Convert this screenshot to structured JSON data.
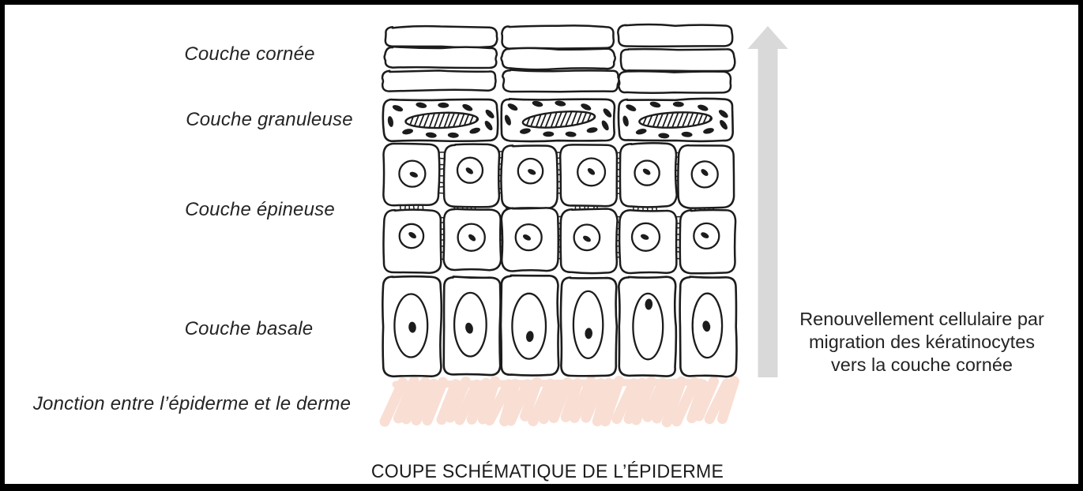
{
  "colors": {
    "ink": "#1c1c1c",
    "arrow": "#d9d9d9",
    "junction_pink": "#f9ded4",
    "text": "#242424",
    "border": "#000000",
    "background": "#ffffff"
  },
  "left_labels": [
    {
      "text": "Couche cornée"
    },
    {
      "text": "Couche granuleuse"
    },
    {
      "text": "Couche épineuse"
    },
    {
      "text": "Couche basale"
    },
    {
      "text": "Jonction entre l’épiderme et le derme"
    }
  ],
  "arrow_caption": {
    "lines": [
      "Renouvellement cellulaire par",
      "migration des kératinocytes",
      "vers la couche cornée"
    ]
  },
  "title": "COUPE SCHÉMATIQUE DE L’ÉPIDERME",
  "diagram": {
    "layers": [
      {
        "key": "stratum-corneum",
        "type": "flat-cells",
        "rows": 3,
        "cols": 3
      },
      {
        "key": "stratum-granulosum",
        "type": "granular-cells",
        "rows": 1,
        "cols": 3
      },
      {
        "key": "stratum-spinosum",
        "type": "spinous-cells",
        "rows": 2,
        "cols": 6
      },
      {
        "key": "stratum-basale",
        "type": "columnar-cells",
        "rows": 1,
        "cols": 6
      },
      {
        "key": "dermo-epidermal-junction",
        "type": "pink-scribble-band"
      }
    ],
    "arrow": {
      "direction": "up"
    }
  }
}
